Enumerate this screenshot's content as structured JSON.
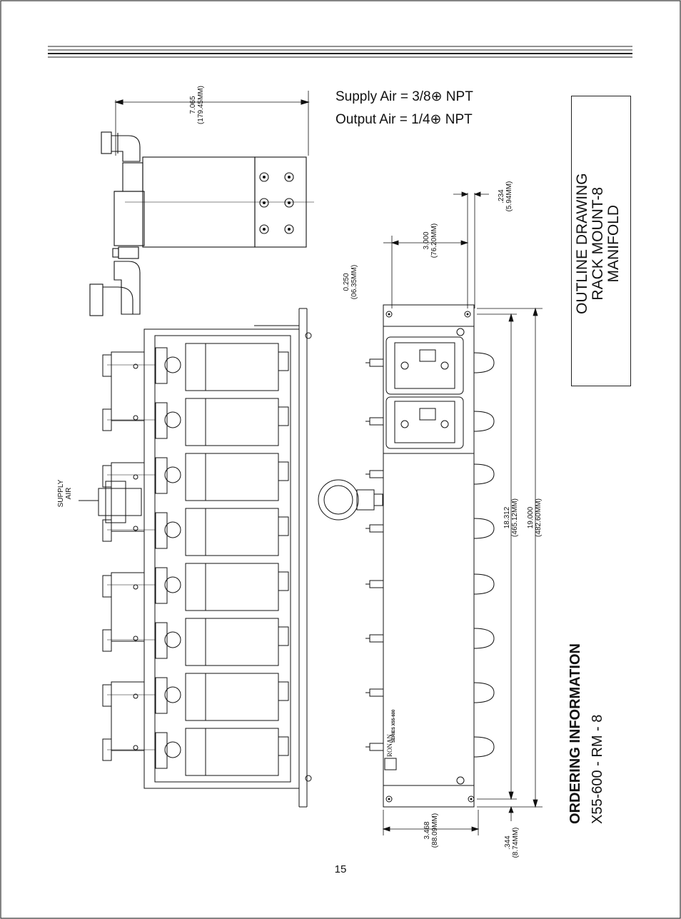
{
  "supply_air": "Supply Air = 3/8⊕ NPT",
  "output_air": "Output Air = 1/4⊕ NPT",
  "title": {
    "line1": "OUTLINE DRAWING",
    "line2": "RACK MOUNT-8",
    "line3": "MANIFOLD"
  },
  "ordering": {
    "heading": "ORDERING INFORMATION",
    "code": "X55-600 - RM - 8"
  },
  "dimensions": {
    "depth": {
      "in": "7.065",
      "mm": "(179.45MM)"
    },
    "hole_offset": {
      "in": "0.250",
      "mm": "(06.35MM)"
    },
    "hole_spacing": {
      "in": "3.000",
      "mm": "(76.20MM)"
    },
    "edge_offset": {
      "in": ".234",
      "mm": "(5.94MM)"
    },
    "hole_length": {
      "in": "18.312",
      "mm": "(465.12MM)"
    },
    "overall_length": {
      "in": "19.000",
      "mm": "(482.60MM)"
    },
    "bottom_width": {
      "in": "3.468",
      "mm": "(88.09MM)"
    },
    "bottom_edge": {
      "in": ".344",
      "mm": "(8.74MM)"
    }
  },
  "supply_label": {
    "line1": "SUPPLY",
    "line2": "AIR"
  },
  "series_label": "SERIES X55-600",
  "brand": "RONAN",
  "page_number": "15"
}
